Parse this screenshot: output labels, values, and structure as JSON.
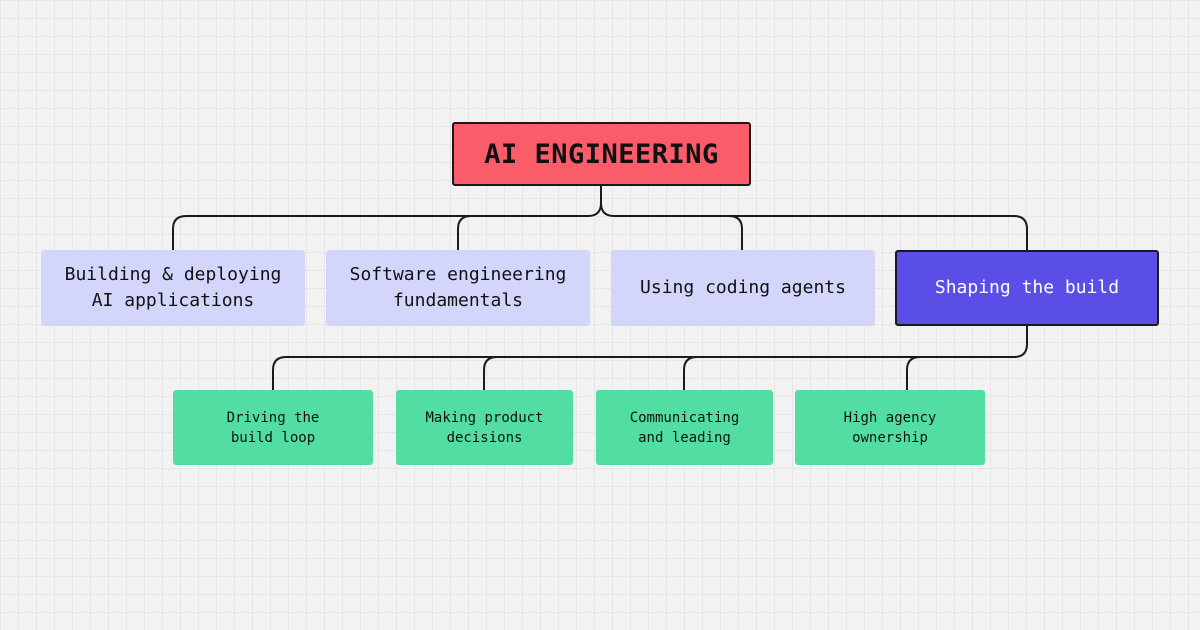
{
  "diagram": {
    "root": {
      "label": "AI ENGINEERING"
    },
    "branches": [
      {
        "label": "Building & deploying\nAI applications"
      },
      {
        "label": "Software engineering\nfundamentals"
      },
      {
        "label": "Using coding agents"
      },
      {
        "label": "Shaping the build"
      }
    ],
    "leaves": [
      {
        "label": "Driving the\nbuild loop"
      },
      {
        "label": "Making product\ndecisions"
      },
      {
        "label": "Communicating\nand leading"
      },
      {
        "label": "High agency\nownership"
      }
    ]
  },
  "colors": {
    "root_fill": "#fb5c6a",
    "branch_fill": "#d3d5fb",
    "active_branch_fill": "#5b4ee6",
    "leaf_fill": "#52dea3",
    "connector": "#1a1a1a",
    "background": "#f2f2f2"
  }
}
